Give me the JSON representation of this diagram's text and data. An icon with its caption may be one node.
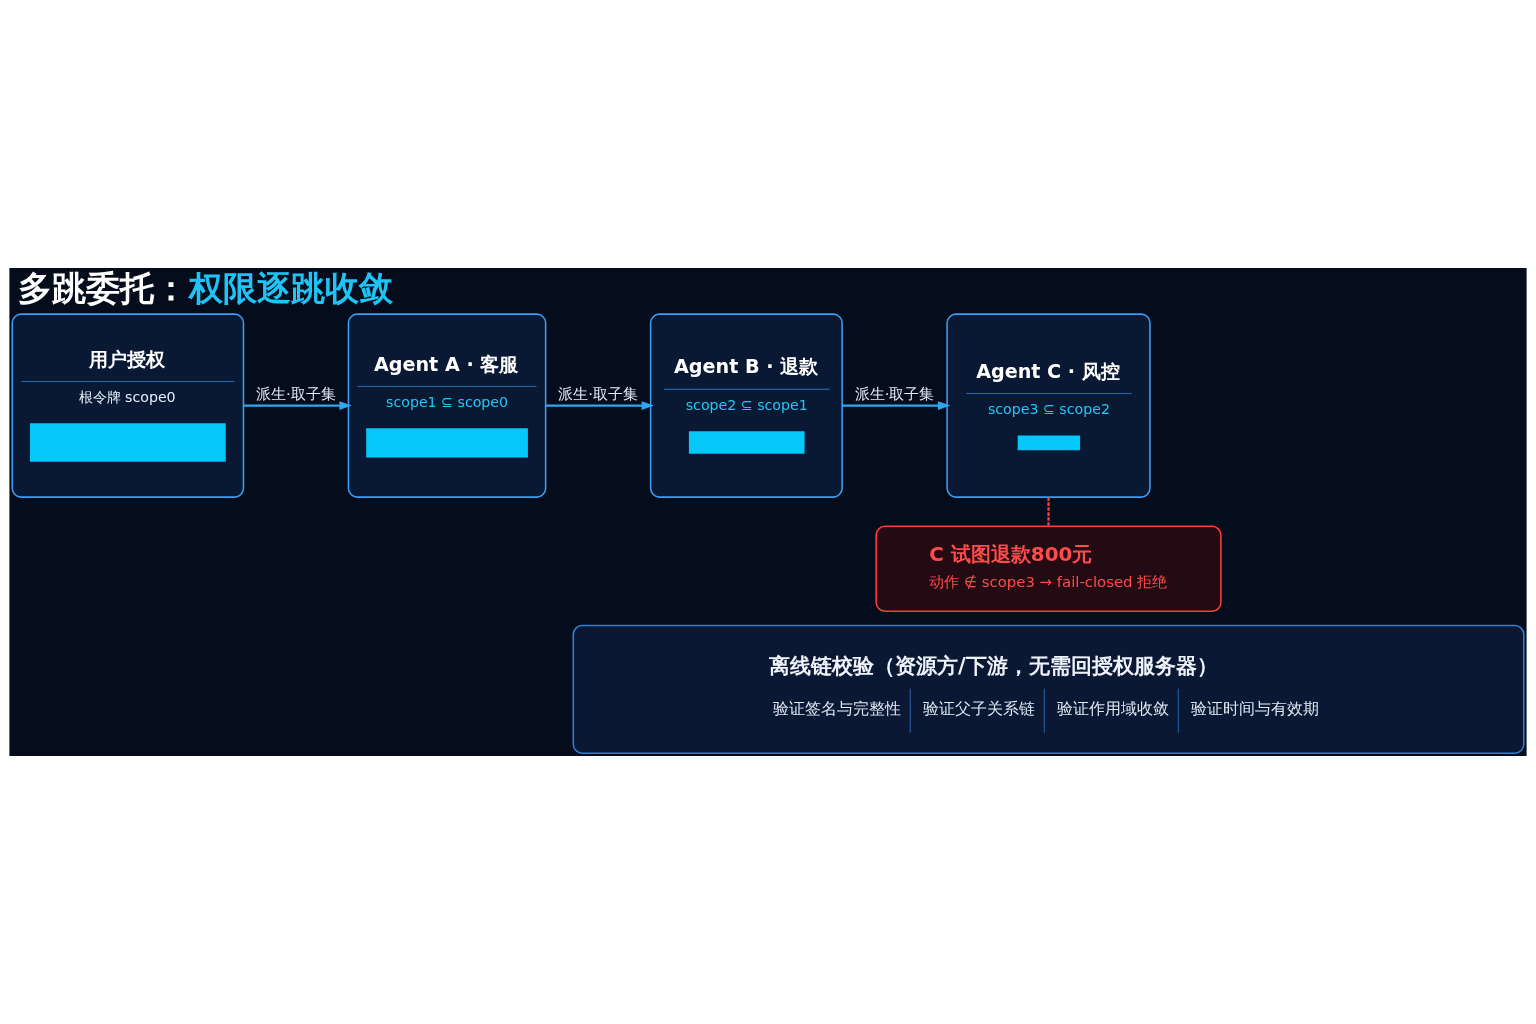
{
  "diagram": {
    "title": "多跳委托：权限逐跳收敛",
    "nodes": [
      {
        "text": [
          "用户授权",
          "根令牌 scope0"
        ]
      },
      {
        "text": [
          "Agent A · 客服",
          "scope1 ⊆ scope0"
        ]
      },
      {
        "text": [
          "Agent B · 退款",
          "scope2 ⊆ scope1"
        ]
      },
      {
        "text": [
          "Agent C · 风控",
          "scope3 ⊆ scope2"
        ]
      },
      {
        "text": [
          "C 试图退款800元",
          "动作 ∉ scope3 → fail-closed 拒绝"
        ]
      },
      {
        "text": [
          "离线链校验（资源方/下游，无需回授权服务器）",
          "验证签名与完整性",
          "验证父子关系链",
          "验证作用域收敛",
          "验证时间与有效期"
        ]
      }
    ],
    "edges": [
      {
        "from": 0,
        "to": 1,
        "arrow": "to",
        "label": "派生·取子集"
      },
      {
        "from": 1,
        "to": 2,
        "arrow": "to",
        "label": "派生·取子集"
      },
      {
        "from": 2,
        "to": 3,
        "arrow": "to",
        "label": "派生·取子集"
      },
      {
        "from": 3,
        "to": 4,
        "arrow": "none",
        "style": "dashed",
        "color": "#ff3b3b"
      }
    ]
  }
}
